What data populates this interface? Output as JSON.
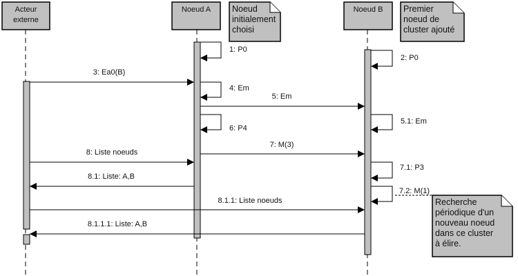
{
  "diagram": {
    "type": "sequence",
    "lifelines": [
      {
        "id": "actor",
        "label_lines": [
          "Acteur",
          "externe"
        ]
      },
      {
        "id": "A",
        "label_lines": [
          "Noeud A"
        ]
      },
      {
        "id": "B",
        "label_lines": [
          "Noeud B"
        ]
      }
    ],
    "notes": [
      {
        "id": "note-a",
        "lines": [
          "Noeud",
          "initialement",
          "choisi"
        ]
      },
      {
        "id": "note-b",
        "lines": [
          "Premier",
          "noeud de",
          "cluster ajouté"
        ]
      },
      {
        "id": "note-search",
        "lines": [
          "Recherche",
          "périodique d'un",
          "nouveau noeud",
          "dans ce cluster",
          "à élire."
        ]
      }
    ],
    "messages": [
      {
        "label": "1: P0",
        "from": "A",
        "to": "A"
      },
      {
        "label": "2: P0",
        "from": "B",
        "to": "B"
      },
      {
        "label": "3: Ea0(B)",
        "from": "actor",
        "to": "A"
      },
      {
        "label": "4: Em",
        "from": "A",
        "to": "A"
      },
      {
        "label": "5: Em",
        "from": "A",
        "to": "B"
      },
      {
        "label": "5.1: Em",
        "from": "B",
        "to": "B"
      },
      {
        "label": "6: P4",
        "from": "A",
        "to": "A"
      },
      {
        "label": "7: M(3)",
        "from": "A",
        "to": "B"
      },
      {
        "label": "7.1: P3",
        "from": "B",
        "to": "B"
      },
      {
        "label": "7.2: M(1)",
        "from": "B",
        "to": "B"
      },
      {
        "label": "8: Liste noeuds",
        "from": "actor",
        "to": "A"
      },
      {
        "label": "8.1: Liste: A,B",
        "from": "A",
        "to": "actor"
      },
      {
        "label": "8.1.1: Liste noeuds",
        "from": "actor",
        "to": "B"
      },
      {
        "label": "8.1.1.1: Liste: A,B",
        "from": "B",
        "to": "actor"
      }
    ]
  },
  "colors": {
    "box_fill": "#c0c0c0",
    "line": "#000000",
    "background": "#ffffff"
  }
}
